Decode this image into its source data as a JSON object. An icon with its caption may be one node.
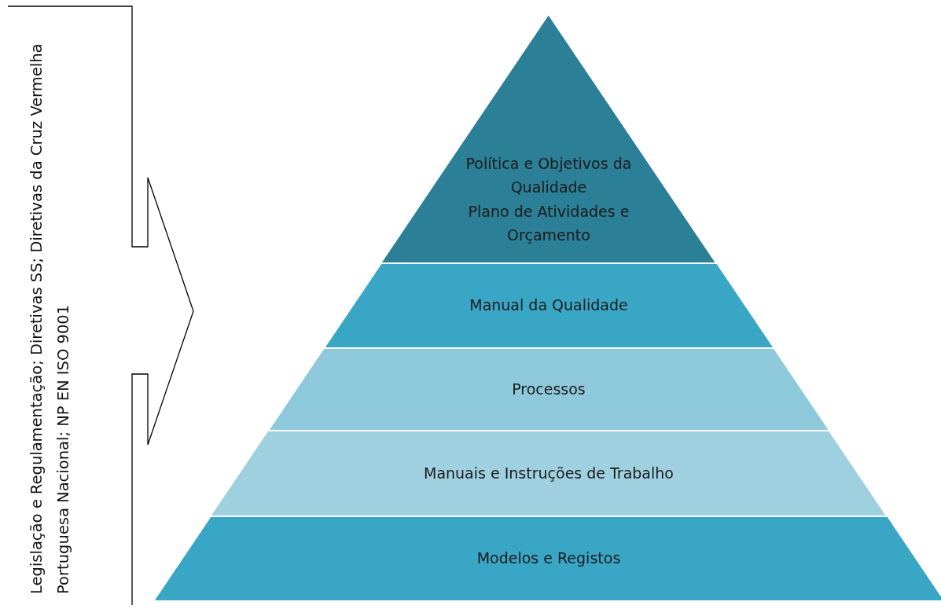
{
  "diagram": {
    "nodes": [
      {
        "text": [
          "Legislação e Regulamentação; Diretivas SS; Diretivas da Cruz Vermelha Portuguesa Nacional; NP EN ISO 9001"
        ]
      },
      {
        "text": [
          "Política e Objetivos da Qualidade",
          "Plano de Atividades e Orçamento"
        ]
      },
      {
        "text": [
          "Manual da Qualidade"
        ]
      },
      {
        "text": [
          "Processos"
        ]
      },
      {
        "text": [
          "Manuais e Instruções de Trabalho"
        ]
      },
      {
        "text": [
          "Modelos e Registos"
        ]
      }
    ]
  }
}
